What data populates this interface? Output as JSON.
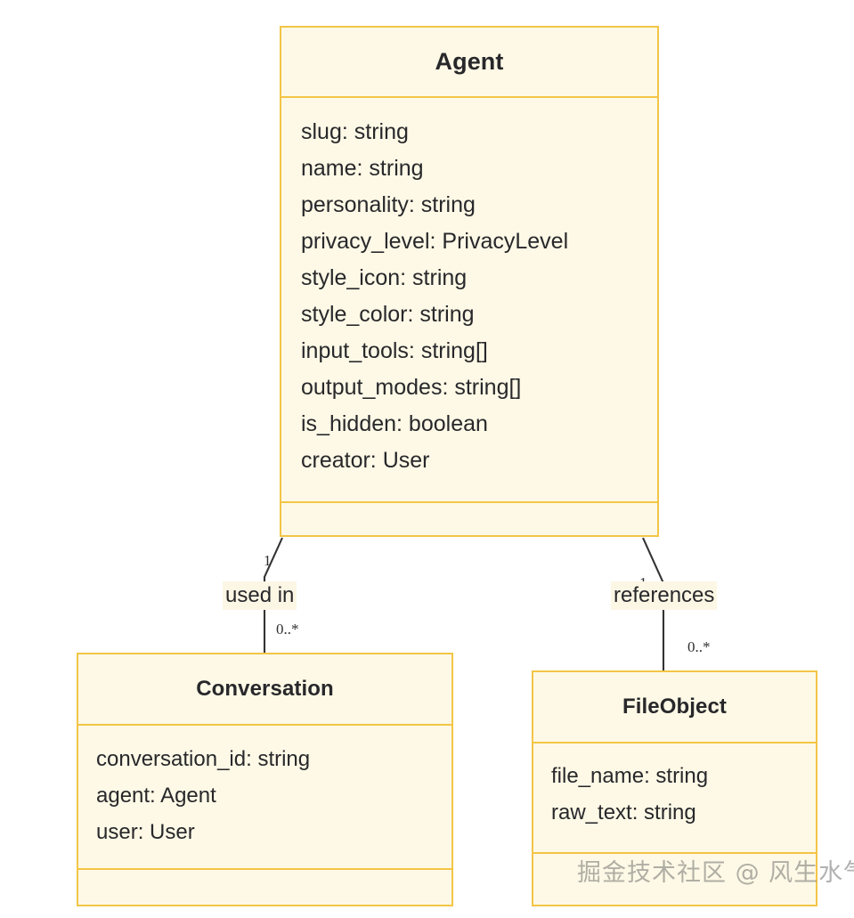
{
  "diagram": {
    "type": "uml-class-diagram",
    "background_color": "#ffffff",
    "box_fill_color": "#fdf9e6",
    "box_border_color": "#f3c546",
    "text_color": "#28282b",
    "edge_color": "#333333"
  },
  "classes": [
    {
      "id": "agent",
      "name": "Agent",
      "attributes": [
        "slug: string",
        "name: string",
        "personality: string",
        "privacy_level: PrivacyLevel",
        "style_icon: string",
        "style_color: string",
        "input_tools: string[]",
        "output_modes: string[]",
        "is_hidden: boolean",
        "creator: User"
      ],
      "methods": []
    },
    {
      "id": "conversation",
      "name": "Conversation",
      "attributes": [
        "conversation_id: string",
        "agent: Agent",
        "user: User"
      ],
      "methods": []
    },
    {
      "id": "fileobject",
      "name": "FileObject",
      "attributes": [
        "file_name: string",
        "raw_text: string"
      ],
      "methods": []
    }
  ],
  "relationships": [
    {
      "id": "agent-conversation",
      "label": "used in",
      "source": "Agent",
      "target": "Conversation",
      "source_multiplicity": "1",
      "target_multiplicity": "0..*"
    },
    {
      "id": "agent-fileobject",
      "label": "references",
      "source": "Agent",
      "target": "FileObject",
      "source_multiplicity": "1",
      "target_multiplicity": "0..*"
    }
  ],
  "watermark": {
    "text": "掘金技术社区 @ 风生水气"
  }
}
